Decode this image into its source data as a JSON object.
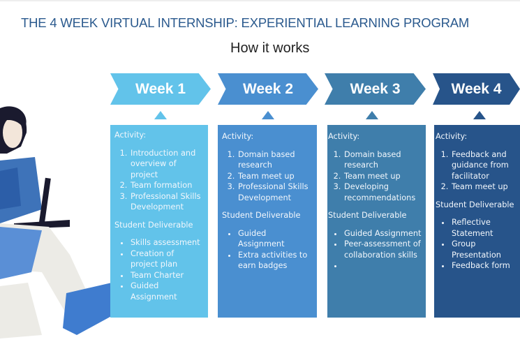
{
  "title": "THE 4 WEEK VIRTUAL INTERNSHIP: EXPERIENTIAL LEARNING PROGRAM",
  "subtitle": "How it works",
  "colors": {
    "title": "#2b5a8e",
    "week1": "#62c3ea",
    "week2": "#4a8fd0",
    "week3": "#3f7eab",
    "week4": "#27548a"
  },
  "weeks": [
    {
      "label": "Week 1",
      "activity_heading": "Activity:",
      "activities": [
        "Introduction and overview of project",
        "Team formation",
        "Professional Skills Development"
      ],
      "deliverable_heading": "Student Deliverable",
      "deliverables": [
        "Skills assessment",
        "Creation of project plan",
        "Team Charter",
        "Guided Assignment"
      ]
    },
    {
      "label": "Week 2",
      "activity_heading": "Activity:",
      "activities": [
        "Domain based research",
        "Team meet up",
        "Professional Skills Development"
      ],
      "deliverable_heading": "Student Deliverable",
      "deliverables": [
        "Guided Assignment",
        "Extra activities to earn badges"
      ]
    },
    {
      "label": "Week 3",
      "activity_heading": "Activity:",
      "activities": [
        "Domain based research",
        "Team meet up",
        "Developing recommendations"
      ],
      "deliverable_heading": "Student Deliverable",
      "deliverables": [
        "Guided Assignment",
        "Peer-assessment of collaboration skills",
        ""
      ]
    },
    {
      "label": "Week 4",
      "activity_heading": "Activity:",
      "activities": [
        "Feedback and guidance from facilitator",
        "Team meet up"
      ],
      "deliverable_heading": "Student Deliverable",
      "deliverables": [
        "Reflective Statement",
        "Group Presentation",
        "Feedback form"
      ]
    }
  ]
}
